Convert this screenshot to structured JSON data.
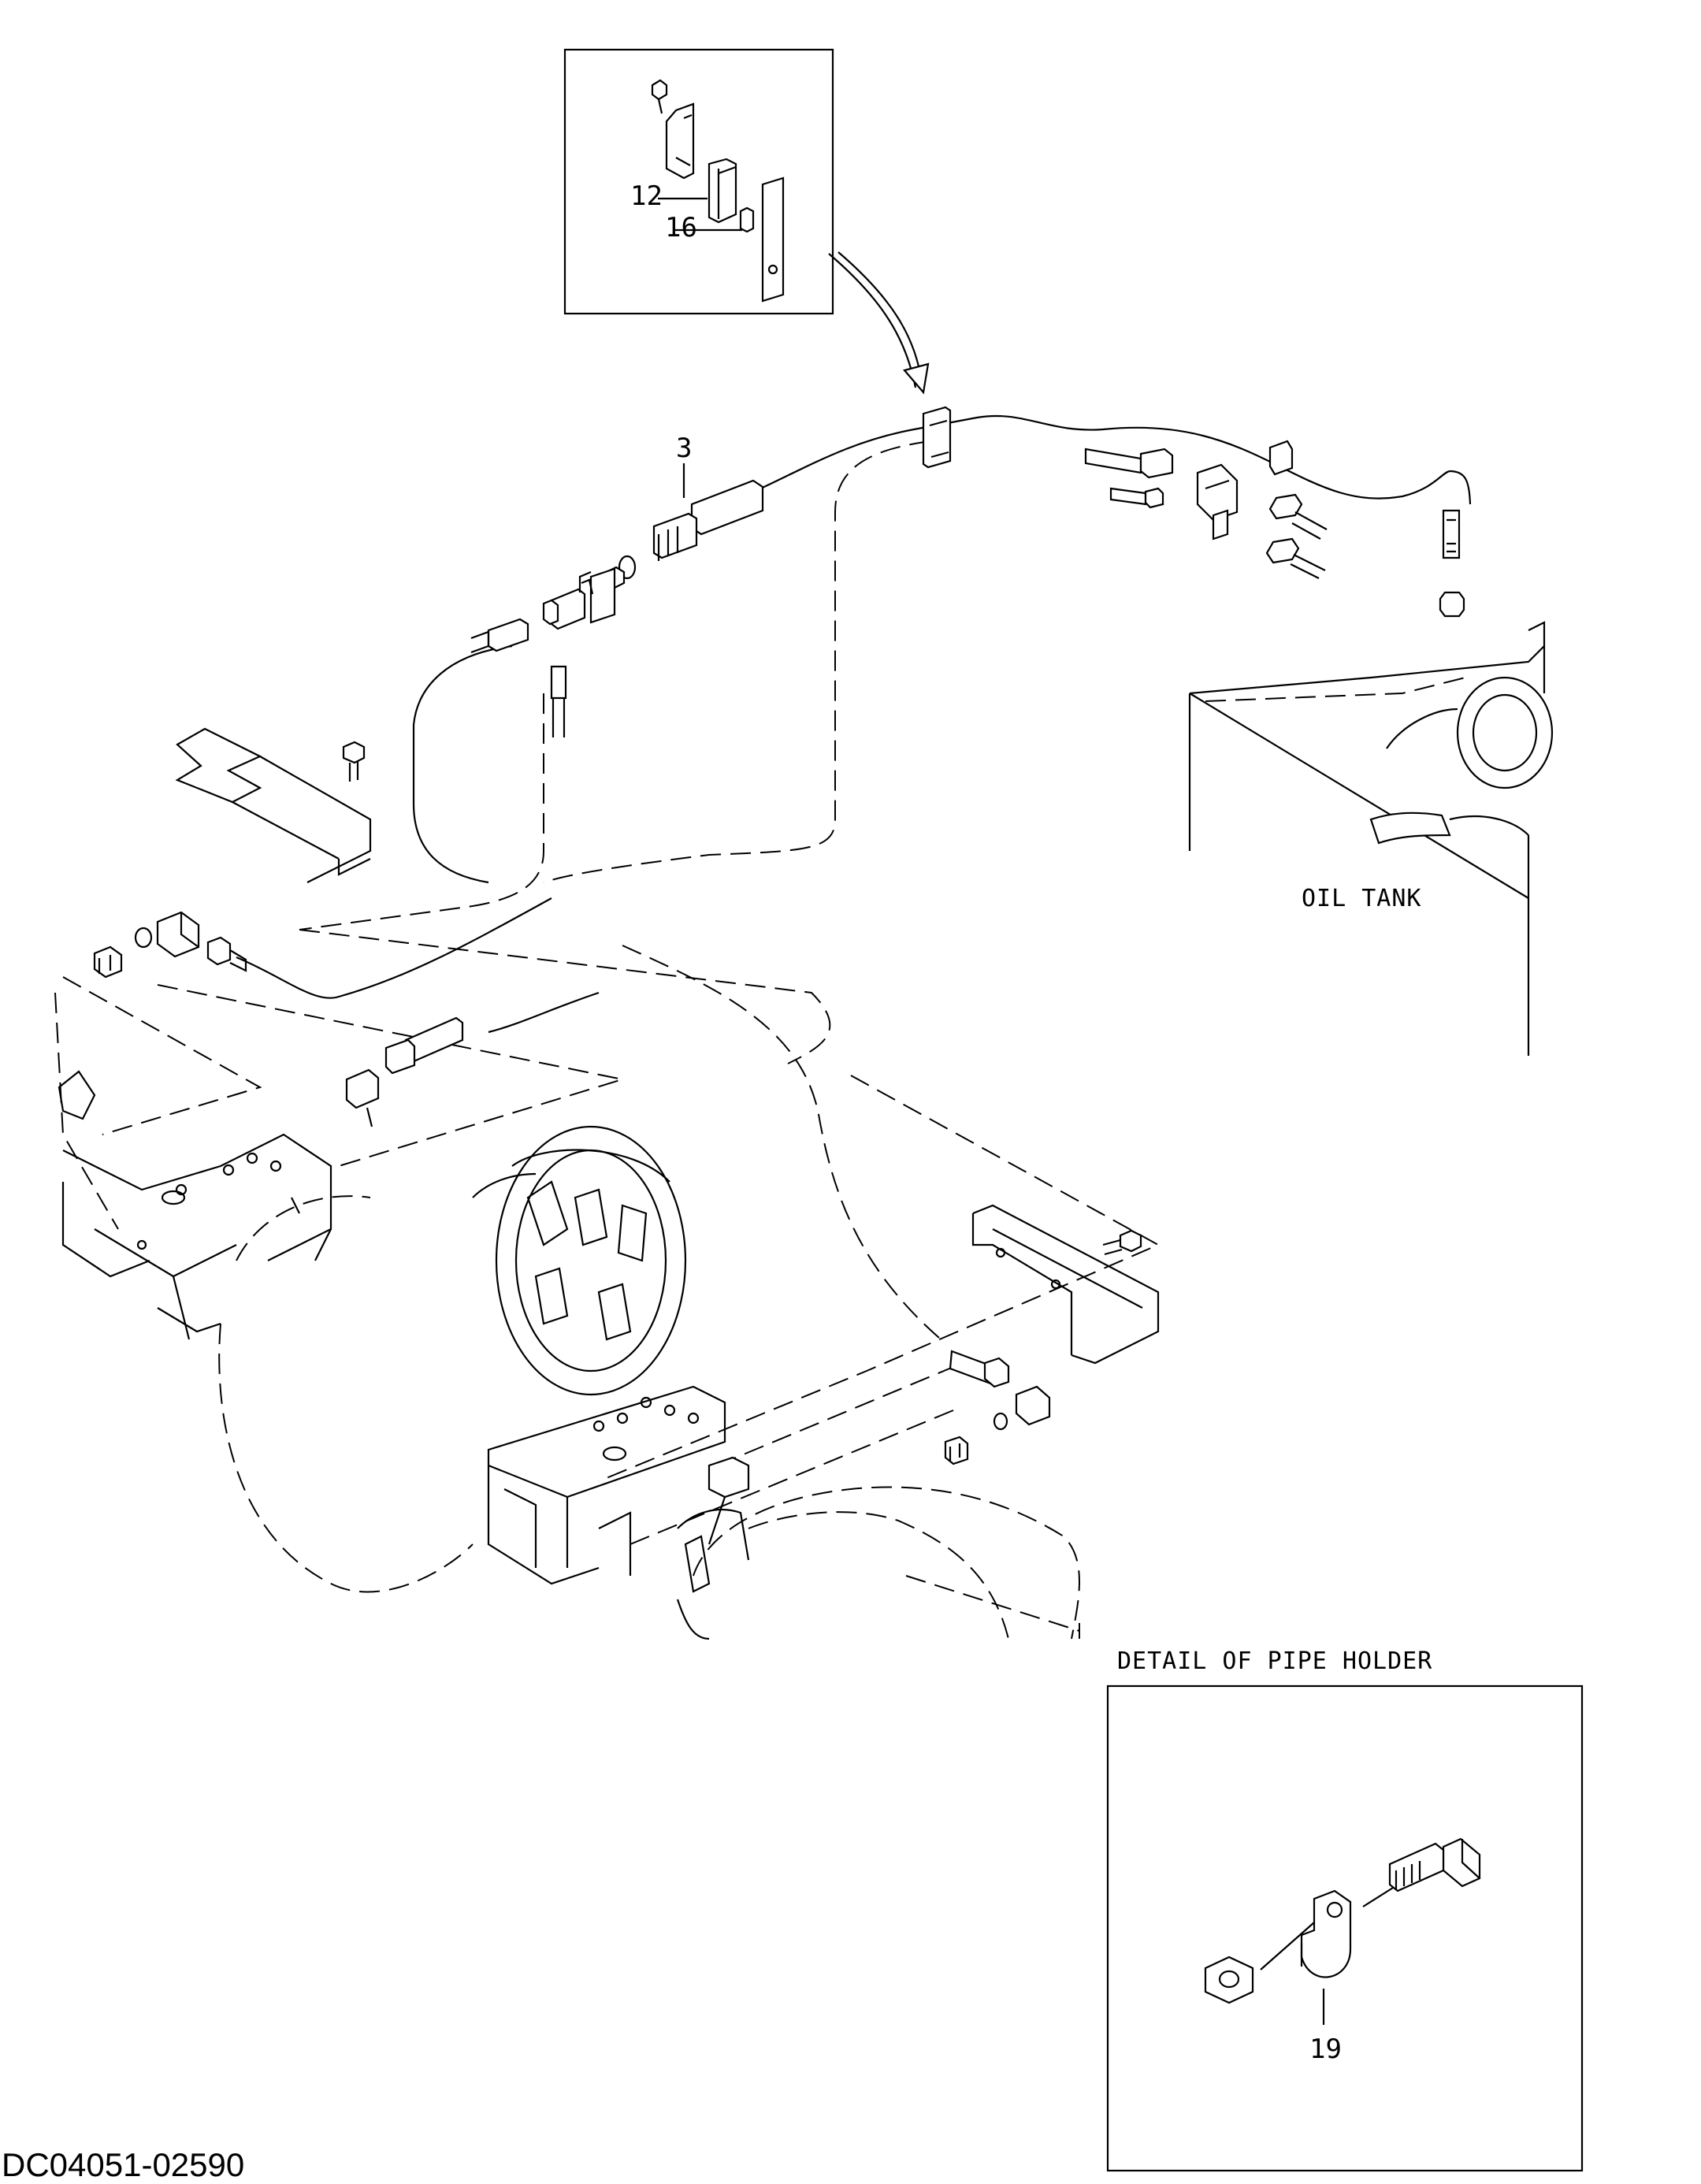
{
  "diagram": {
    "doc_id": "DC04051-02590",
    "labels": {
      "detail_top_12": "12",
      "detail_top_16": "16",
      "part_3": "3",
      "part_19": "19"
    },
    "captions": {
      "oil_tank": "OIL TANK",
      "detail_pipe_holder": "DETAIL OF PIPE HOLDER"
    }
  }
}
